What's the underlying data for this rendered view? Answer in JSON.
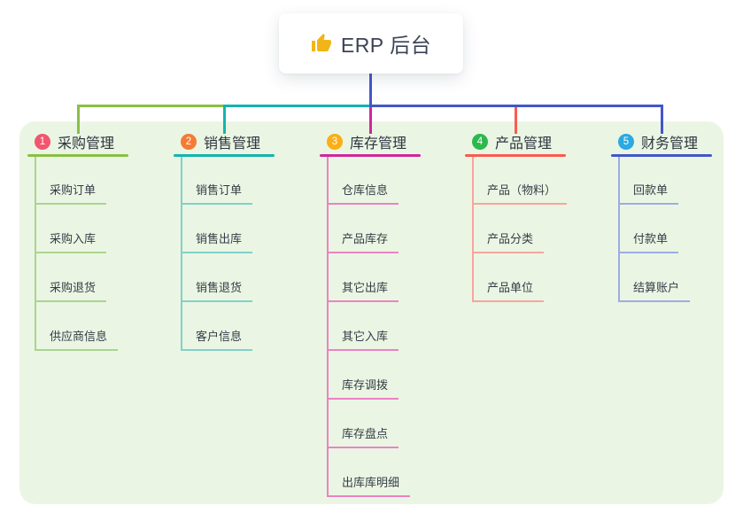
{
  "root": {
    "label": "ERP 后台",
    "icon": "thumbs-up"
  },
  "branches": [
    {
      "number": "1",
      "label": "采购管理",
      "colors": {
        "badge": "#f2566f",
        "line": "#8abf45",
        "child_line": "#abd48e"
      },
      "children": [
        "采购订单",
        "采购入库",
        "采购退货",
        "供应商信息"
      ]
    },
    {
      "number": "2",
      "label": "销售管理",
      "colors": {
        "badge": "#f57a35",
        "line": "#14b4ae",
        "child_line": "#82d1ca"
      },
      "children": [
        "销售订单",
        "销售出库",
        "销售退货",
        "客户信息"
      ]
    },
    {
      "number": "3",
      "label": "库存管理",
      "colors": {
        "badge": "#fbaf15",
        "line": "#d0279d",
        "child_line": "#ec82c4"
      },
      "children": [
        "仓库信息",
        "产品库存",
        "其它出库",
        "其它入库",
        "库存调拨",
        "库存盘点",
        "出库库明细"
      ]
    },
    {
      "number": "4",
      "label": "产品管理",
      "colors": {
        "badge": "#2db84d",
        "line": "#f95b52",
        "child_line": "#f9a49e"
      },
      "children": [
        "产品（物料）",
        "产品分类",
        "产品单位"
      ]
    },
    {
      "number": "5",
      "label": "财务管理",
      "colors": {
        "badge": "#2ba9e2",
        "line": "#4356c9",
        "child_line": "#9dace4"
      },
      "children": [
        "回款单",
        "付款单",
        "结算账户"
      ]
    }
  ],
  "colors": {
    "canvas_bg": "#eaf6e3",
    "root_connector": "#4456cc",
    "thumb_icon": "#f2b518"
  }
}
